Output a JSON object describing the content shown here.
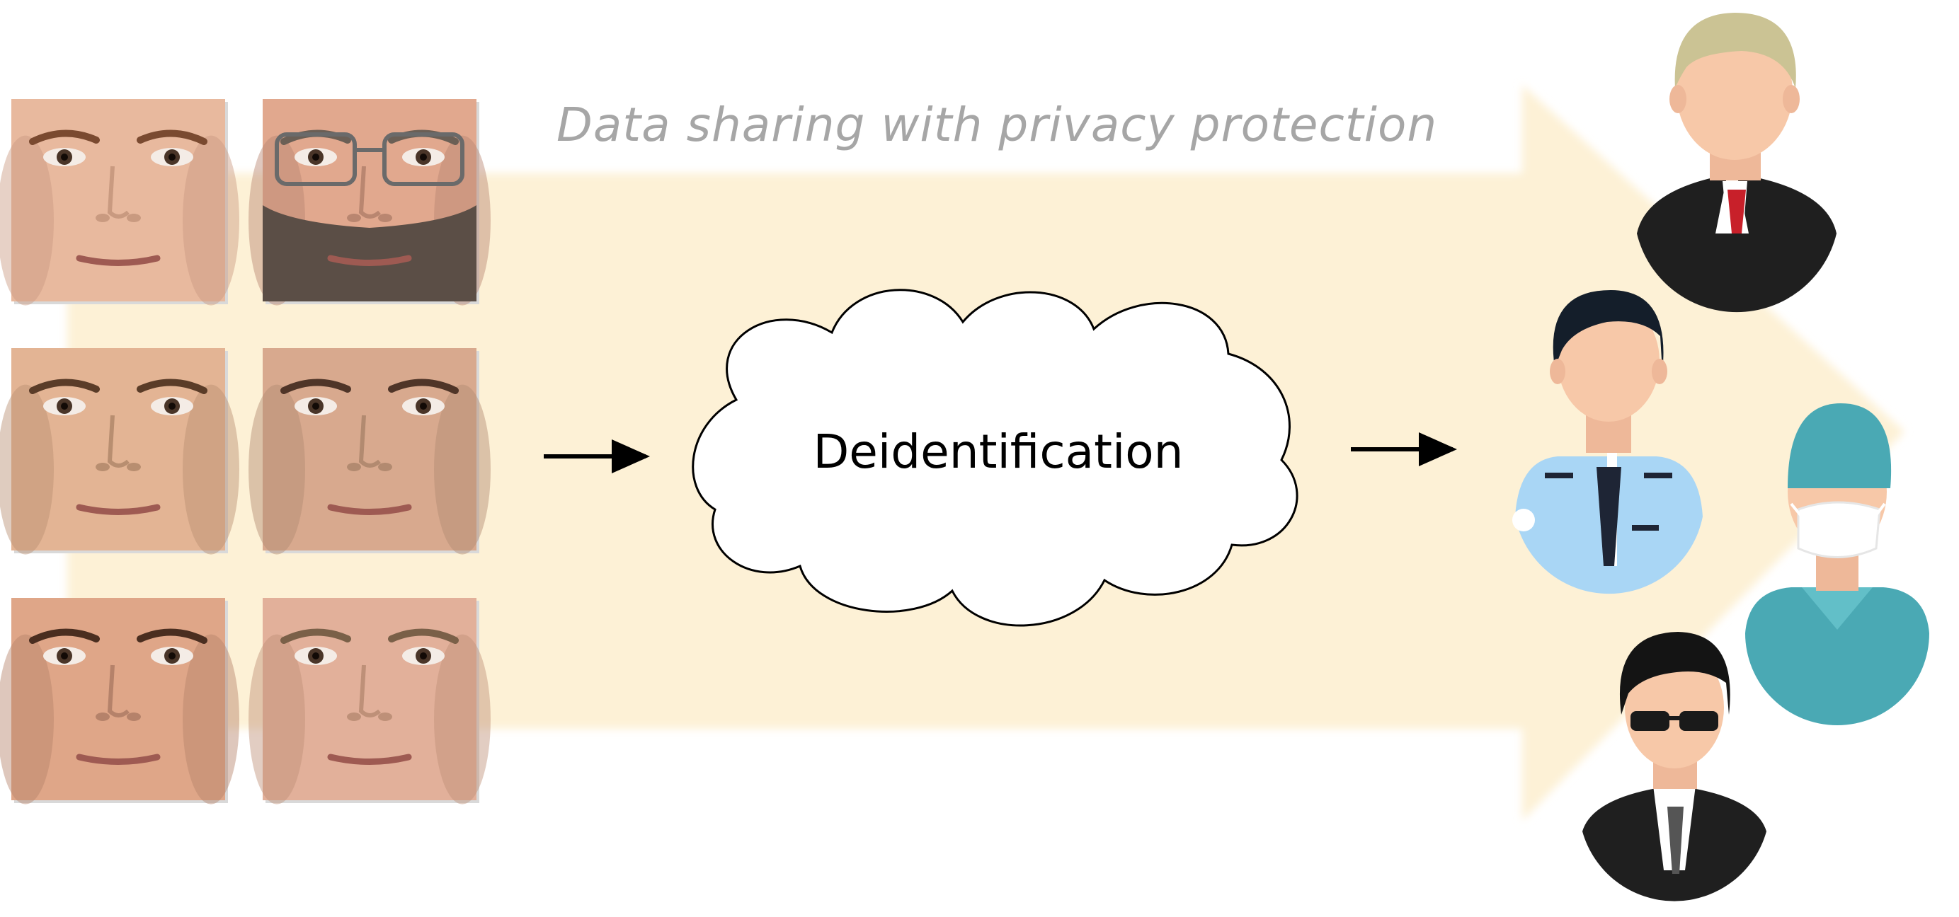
{
  "caption": "Data sharing with privacy protection",
  "process": "Deidentification",
  "faces": [
    {
      "id": "face-1",
      "skin": "#e8b99e",
      "hair": "#7a4a30",
      "beard": false,
      "glasses": false,
      "shadow": "#c99a80"
    },
    {
      "id": "face-2",
      "skin": "#e1a88e",
      "hair": "#6b5f55",
      "beard": true,
      "glasses": true,
      "shadow": "#b98670"
    },
    {
      "id": "face-3",
      "skin": "#e3b494",
      "hair": "#5a3c28",
      "beard": false,
      "glasses": false,
      "shadow": "#b88e70"
    },
    {
      "id": "face-4",
      "skin": "#d8a98e",
      "hair": "#4f3528",
      "beard": false,
      "glasses": false,
      "shadow": "#b28a70"
    },
    {
      "id": "face-5",
      "skin": "#dfa688",
      "hair": "#4a2e20",
      "beard": false,
      "glasses": false,
      "shadow": "#b5826a"
    },
    {
      "id": "face-6",
      "skin": "#e2b09a",
      "hair": "#7a6048",
      "beard": false,
      "glasses": false,
      "shadow": "#be9078"
    }
  ],
  "recipients": [
    {
      "id": "recipient-businessman",
      "icon": "businessman-avatar-icon"
    },
    {
      "id": "recipient-police-officer",
      "icon": "police-officer-avatar-icon"
    },
    {
      "id": "recipient-surgeon",
      "icon": "surgeon-avatar-icon"
    },
    {
      "id": "recipient-agent",
      "icon": "agent-with-sunglasses-avatar-icon"
    }
  ],
  "colors": {
    "flow_arrow": "#fdf1d6",
    "caption_text": "#a6a6a6",
    "avatar_skin": "#f7c8a8",
    "suit": "#1f1f1f",
    "police_shirt": "#a9d6f5",
    "surgeon_scrubs": "#4aa9b4"
  }
}
